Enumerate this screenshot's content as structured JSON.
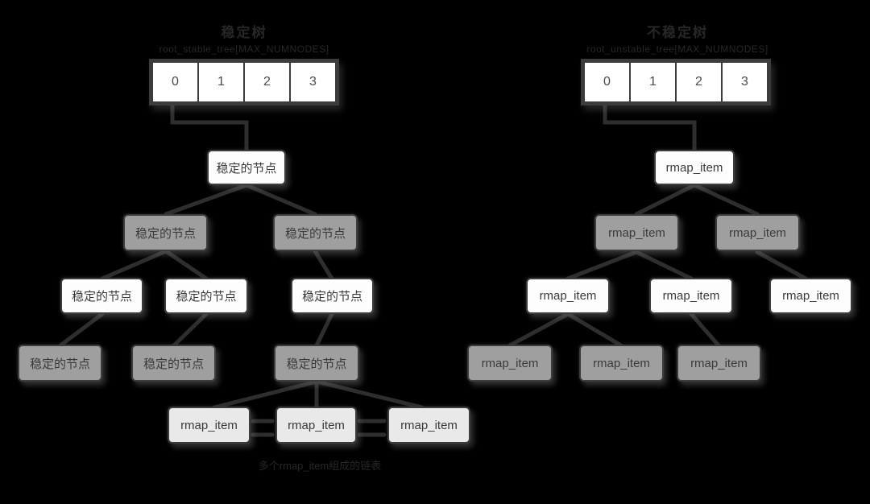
{
  "diagram": {
    "left": {
      "title": "稳定树",
      "subtitle": "root_stable_tree[MAX_NUMNODES]",
      "array_cells": [
        "0",
        "1",
        "2",
        "3"
      ],
      "node_label": "稳定的节点",
      "list_item_label": "rmap_item",
      "caption": "多个rmap_item组成的链表"
    },
    "right": {
      "title": "不稳定树",
      "subtitle": "root_unstable_tree[MAX_NUMNODES]",
      "array_cells": [
        "0",
        "1",
        "2",
        "3"
      ],
      "node_label": "rmap_item"
    },
    "colors": {
      "background": "#000000",
      "node_white_fill": "#fdfdfd",
      "node_gray_fill": "#9f9f9f",
      "node_light_fill": "#e9e9e9",
      "node_border": "#3c3c3c",
      "node_text": "#3a3a3a",
      "connector": "#2e2e2e",
      "faint_title_text": "#272727"
    }
  }
}
